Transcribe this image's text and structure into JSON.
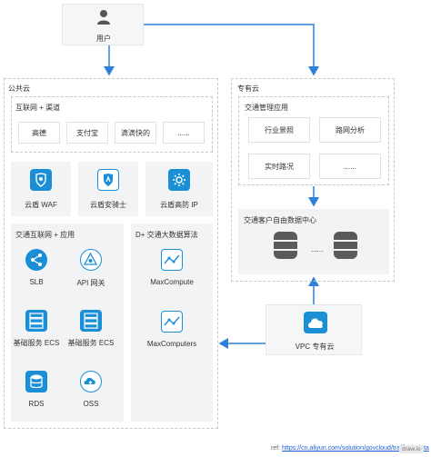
{
  "user": {
    "label": "用户"
  },
  "public_cloud": {
    "title": "公共云",
    "internet": {
      "title": "互联网 + 渠道",
      "items": [
        "高德",
        "支付宝",
        "滴滴快的",
        "......"
      ]
    },
    "security": [
      "云盾 WAF",
      "云盾安骑士",
      "云盾高防 IP"
    ],
    "app": {
      "title": "交通互联网 + 应用",
      "slb": "SLB",
      "api": "API 网关",
      "ecs1": "基础服务 ECS",
      "ecs2": "基础服务 ECS",
      "rds": "RDS",
      "oss": "OSS"
    },
    "bigdata": {
      "title": "D+ 交通大数据算法",
      "items": [
        "MaxCompute",
        "MaxComputers"
      ]
    }
  },
  "private_cloud": {
    "title": "专有云",
    "mgmt": {
      "title": "交通管理应用",
      "items": [
        "行业景照",
        "路网分析",
        "实时路况",
        "......"
      ]
    },
    "datacenter": {
      "title": "交通客户自由数据中心",
      "ellipsis": "......"
    },
    "vpc": {
      "label": "VPC 专有云"
    }
  },
  "footer": {
    "ref_label": "ref:",
    "url": "https://cn.aliyun.com/solution/govcloud/trafficbigdata",
    "watermark": "draw.io"
  },
  "colors": {
    "accent": "#1a8fd6",
    "arrow": "#2f80d8",
    "panel": "#f2f3f5"
  }
}
